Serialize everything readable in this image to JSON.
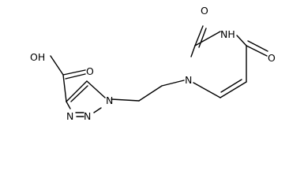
{
  "molecule": {
    "atom_labels": {
      "cooh": "OH",
      "cooh_o_double": "O",
      "triazole_n1": "N",
      "triazole_n2": "N",
      "triazole_n3": "N",
      "uracil_n1": "N",
      "uracil_nh": "NH",
      "uracil_o2": "O",
      "uracil_o4": "O"
    }
  }
}
